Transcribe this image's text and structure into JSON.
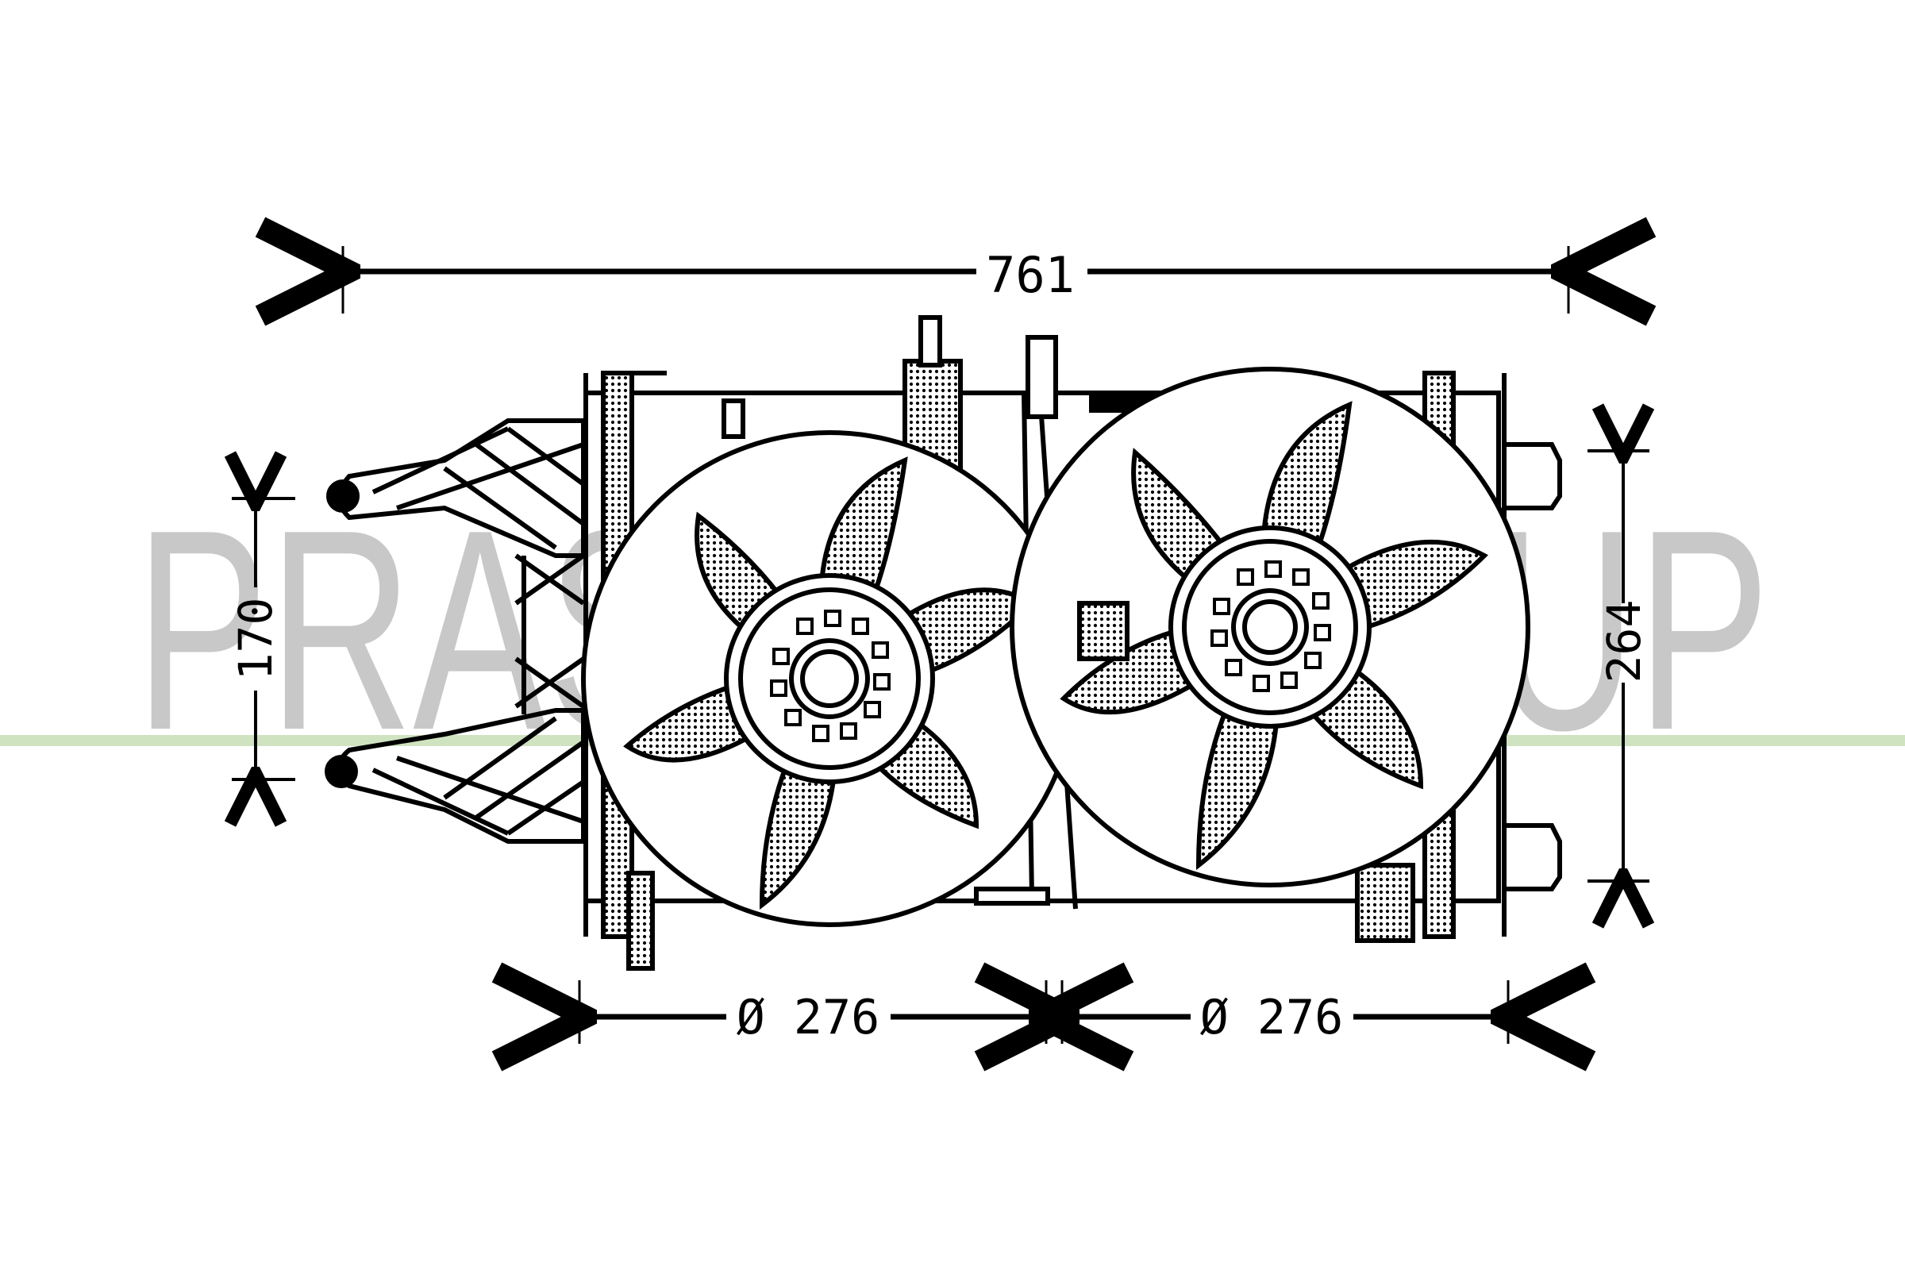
{
  "drawing": {
    "subject": "Dual radiator cooling fan assembly",
    "watermark": "PRASCO GROUP",
    "watermark_color": "#c8c8c8",
    "accent_line_color": "#cfe3c0",
    "line_color": "#000000"
  },
  "dimensions": {
    "overall_width": "761",
    "left_fan_diameter": "Ø 276",
    "right_fan_diameter": "Ø 276",
    "left_mount_height": "170",
    "right_height": "264"
  },
  "fans": [
    {
      "name": "left-fan",
      "diameter_label": "Ø 276"
    },
    {
      "name": "right-fan",
      "diameter_label": "Ø 276"
    }
  ]
}
